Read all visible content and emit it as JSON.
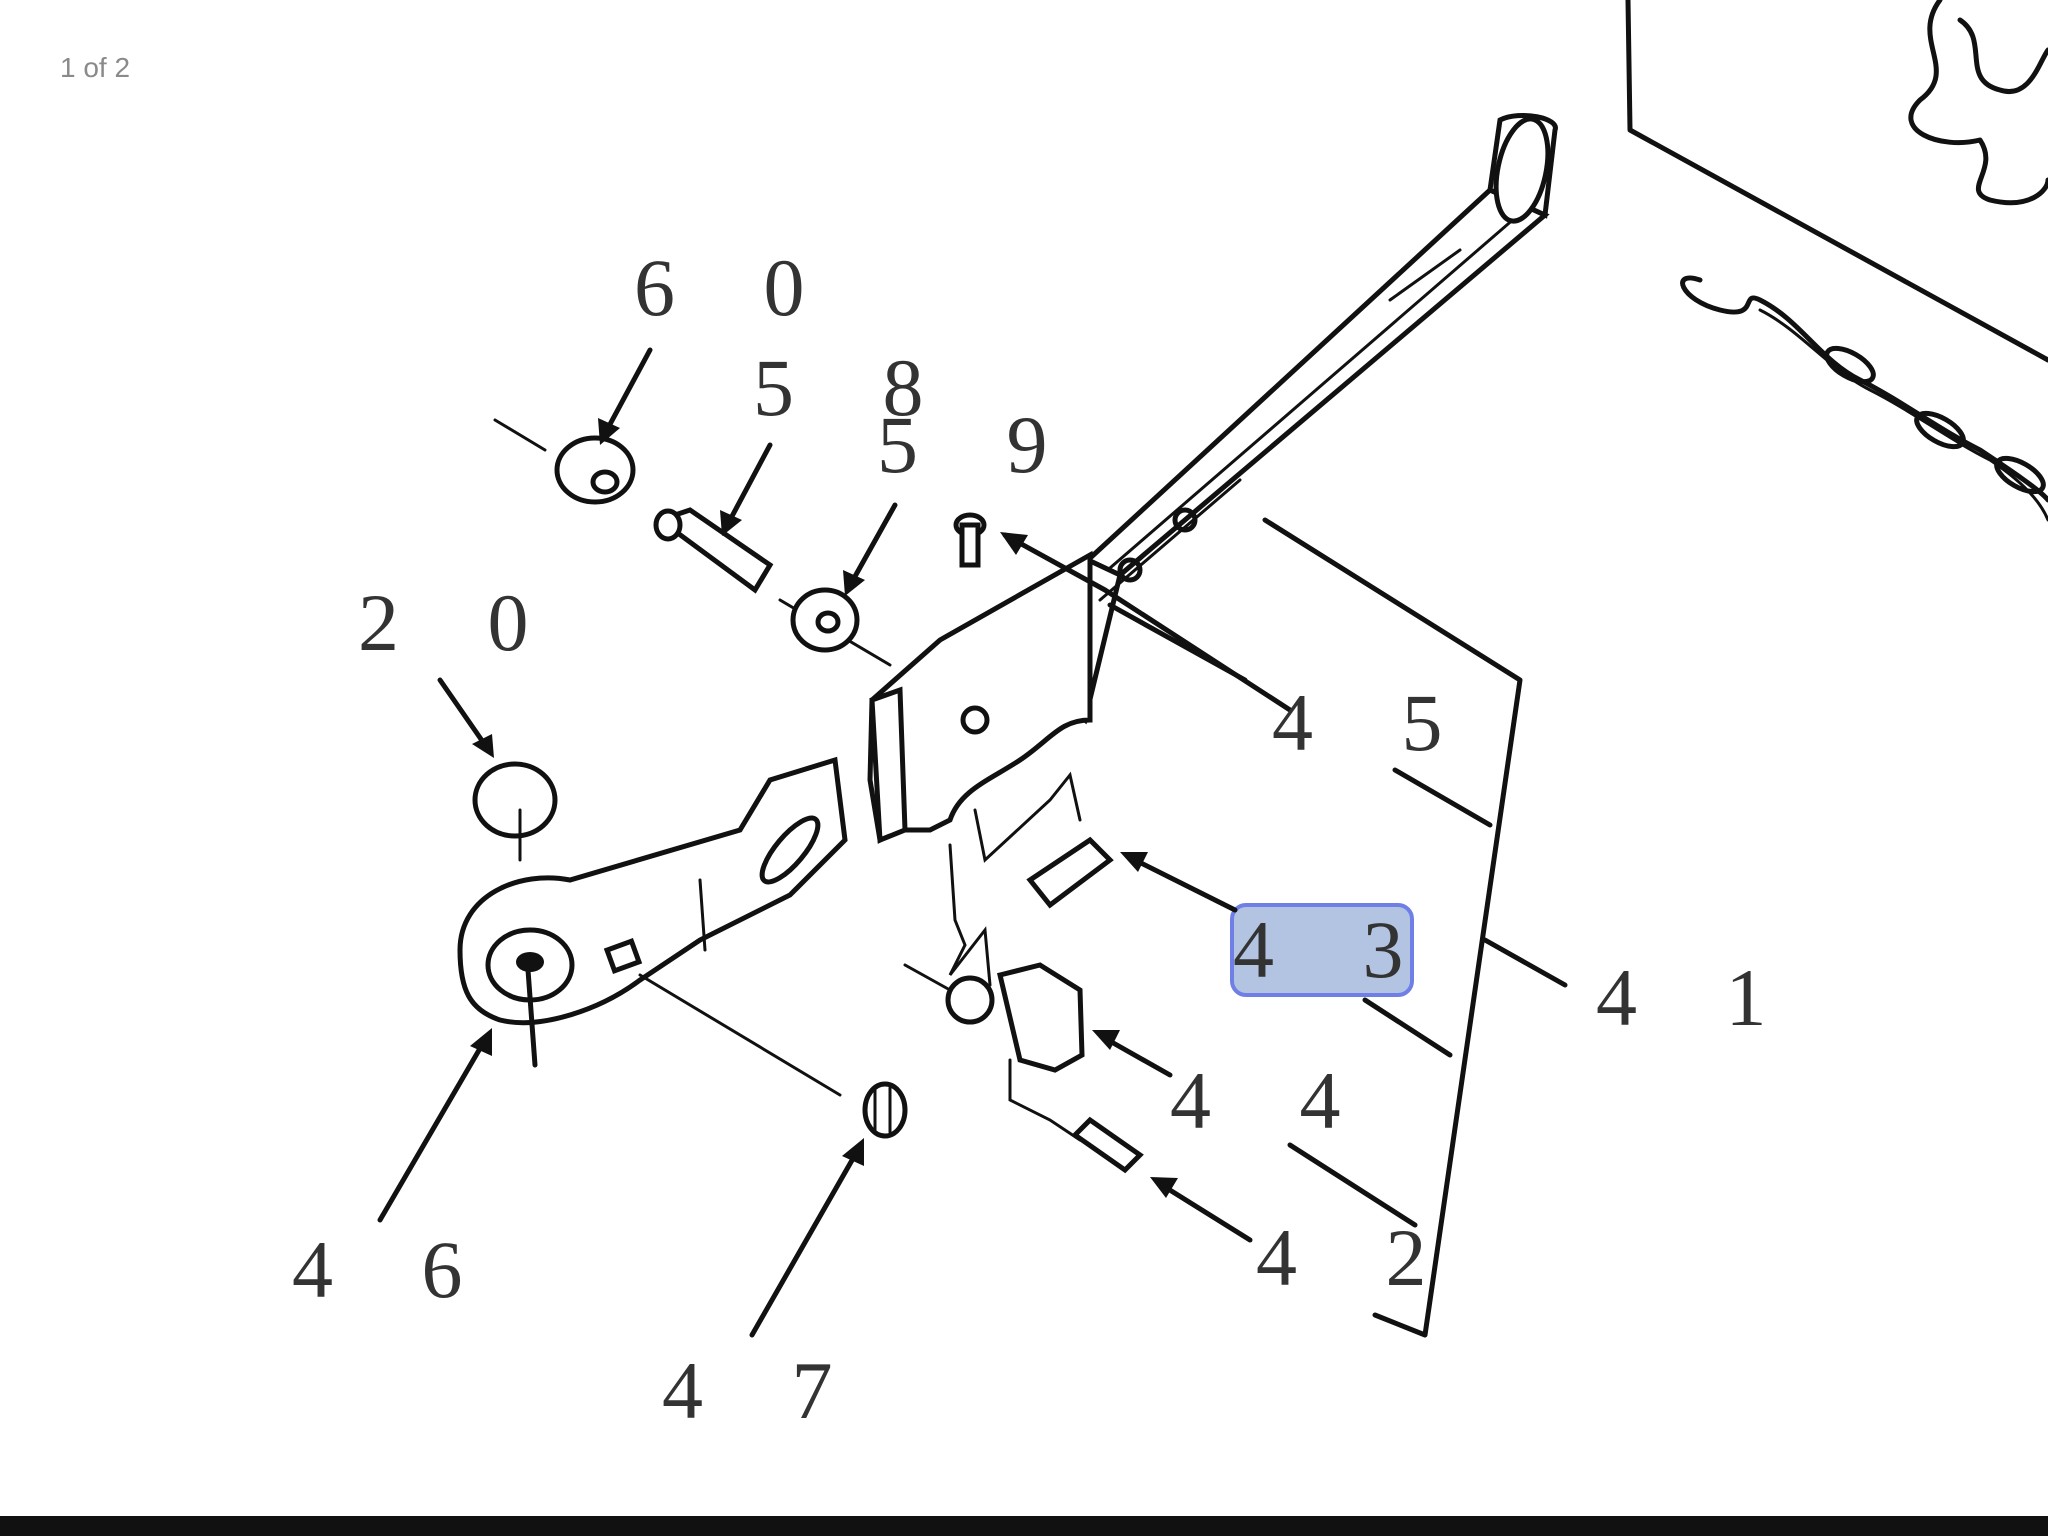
{
  "viewer": {
    "page_indicator": "1 of 2"
  },
  "diagram": {
    "callouts": {
      "c60": "6 0",
      "c58": "5 8",
      "c59": "5 9",
      "c20": "2 0",
      "c45": "4 5",
      "c43": "4 3",
      "c41": "4 1",
      "c44": "4 4",
      "c42": "4 2",
      "c46": "4 6",
      "c47": "4 7"
    },
    "highlighted_callout": "4 3",
    "highlight_color": "#b3c4e3",
    "highlight_border_color": "#6f7fe6"
  }
}
